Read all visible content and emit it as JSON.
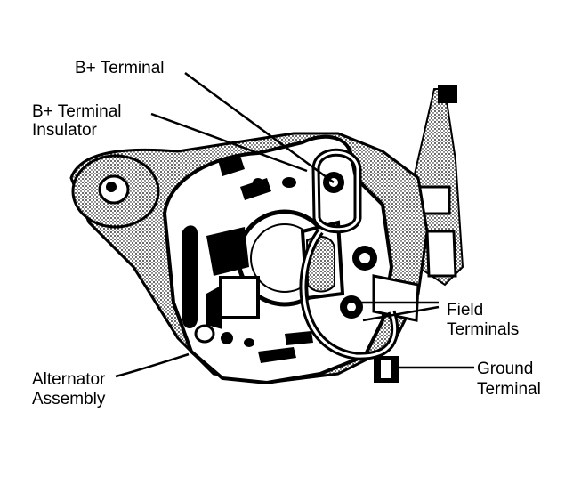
{
  "diagram": {
    "labels": {
      "b_plus_terminal": "B+ Terminal",
      "b_plus_terminal_insulator": [
        "B+ Terminal",
        "Insulator"
      ],
      "field_terminals": [
        "Field",
        "Terminals"
      ],
      "ground_terminal": [
        "Ground",
        "Terminal"
      ],
      "alternator_assembly": [
        "Alternator",
        "Assembly"
      ]
    },
    "colors": {
      "ink": "#000000",
      "paper": "#ffffff",
      "shade": "#555555"
    }
  }
}
